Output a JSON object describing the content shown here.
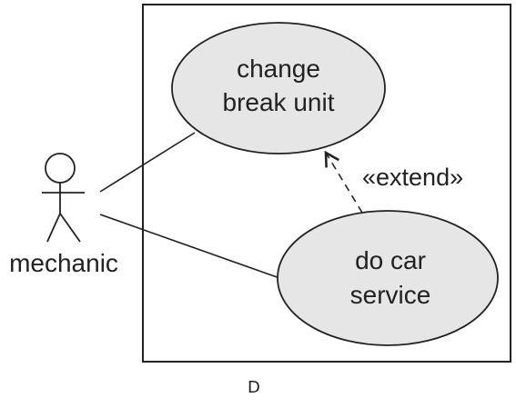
{
  "diagram": {
    "actor": {
      "label": "mechanic"
    },
    "use_cases": [
      {
        "line1": "change",
        "line2": "break unit"
      },
      {
        "line1": "do car",
        "line2": "service"
      }
    ],
    "relationship": {
      "stereotype": "«extend»"
    },
    "caption": "D",
    "colors": {
      "use_case_fill": "#e6e6e6",
      "stroke": "#222222",
      "background": "#ffffff"
    }
  }
}
